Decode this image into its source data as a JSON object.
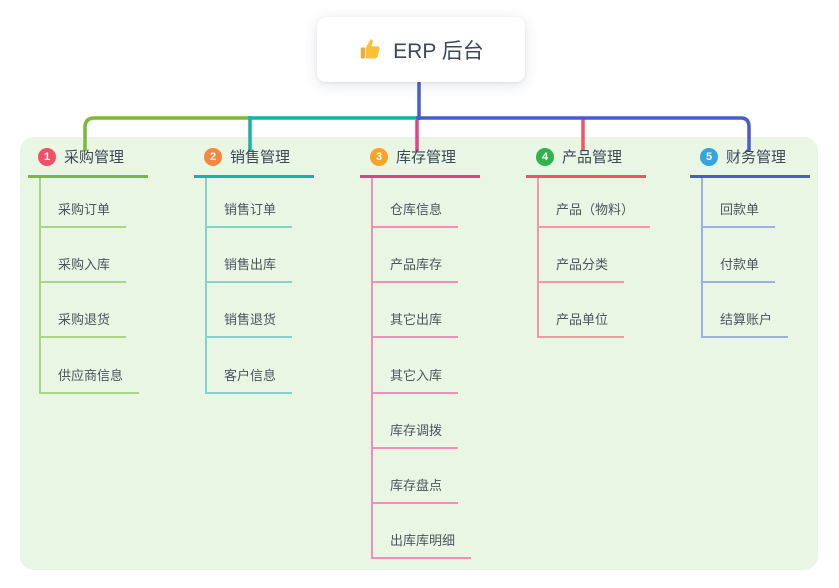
{
  "root": {
    "label": "ERP 后台",
    "icon": "thumbs-up-icon"
  },
  "colors": {
    "page_bg": "#ffffff",
    "panel_bg": "#e8f6e3",
    "root_line": "#4a5ccc",
    "header_text": "#3b4859",
    "child_text": "#4b555e",
    "thumb_main": "#fac036",
    "thumb_cuff": "#eda93c"
  },
  "branches": [
    {
      "badge": "1",
      "badge_color": "#f2506a",
      "label": "采购管理",
      "line_color": "#7cb73e",
      "child_line_color": "#a9d585",
      "children": [
        "采购订单",
        "采购入库",
        "采购退货",
        "供应商信息"
      ]
    },
    {
      "badge": "2",
      "badge_color": "#f8863e",
      "label": "销售管理",
      "line_color": "#16b3a8",
      "child_line_color": "#83d2cb",
      "children": [
        "销售订单",
        "销售出库",
        "销售退货",
        "客户信息"
      ]
    },
    {
      "badge": "3",
      "badge_color": "#f7a325",
      "label": "库存管理",
      "line_color": "#dc4584",
      "child_line_color": "#ef8fba",
      "children": [
        "仓库信息",
        "产品库存",
        "其它出库",
        "其它入库",
        "库存调拨",
        "库存盘点",
        "出库库明细"
      ]
    },
    {
      "badge": "4",
      "badge_color": "#30b34c",
      "label": "产品管理",
      "line_color": "#f05466",
      "child_line_color": "#f59aa4",
      "children": [
        "产品（物料）",
        "产品分类",
        "产品单位"
      ]
    },
    {
      "badge": "5",
      "badge_color": "#32a4e0",
      "label": "财务管理",
      "line_color": "#4a5ccc",
      "child_line_color": "#9cb0e6",
      "children": [
        "回款单",
        "付款单",
        "结算账户"
      ]
    }
  ]
}
